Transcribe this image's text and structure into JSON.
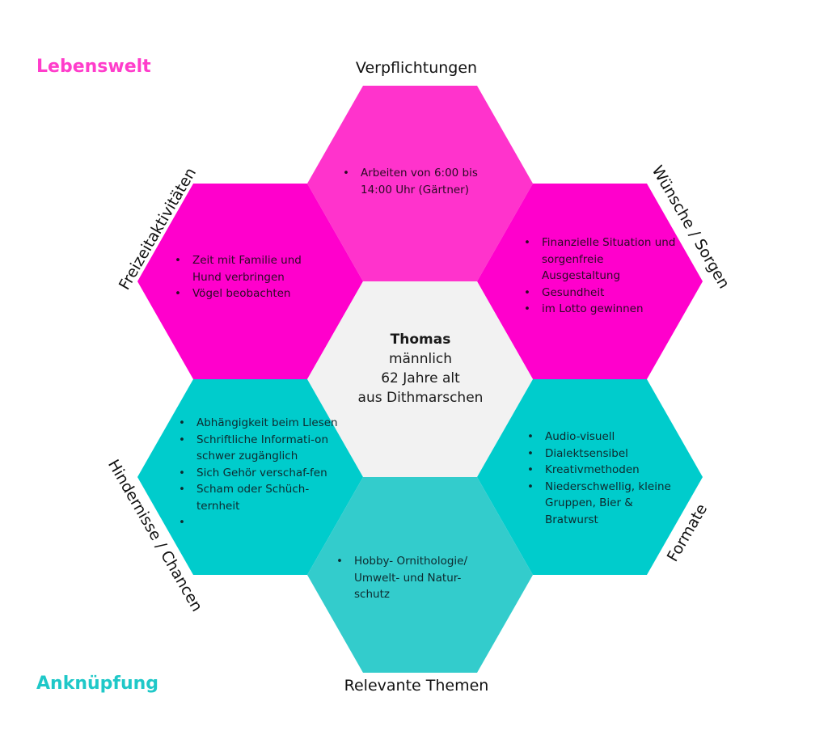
{
  "colors": {
    "magenta": "#FF00CC",
    "magenta_light": "#FF33CC",
    "teal": "#00CCCC",
    "teal_light": "#33CCCC",
    "center": "#F2F2F2",
    "heading_magenta": "#FF3DCB",
    "heading_teal": "#1FC8C8"
  },
  "headings": {
    "top_left": "Lebenswelt",
    "bottom_left": "Anknüpfung"
  },
  "center": {
    "name": "Thomas",
    "gender": "männlich",
    "age": "62 Jahre alt",
    "origin": "aus Dithmarschen"
  },
  "hexagons": {
    "top": {
      "label": "Verpflichtungen",
      "items": [
        "Arbeiten von 6:00 bis 14:00 Uhr (Gärtner)"
      ]
    },
    "upper_left": {
      "label": "Freizeitaktivitäten",
      "items": [
        "Zeit mit Familie und Hund verbringen",
        "Vögel beobachten"
      ]
    },
    "upper_right": {
      "label": "Wünsche / Sorgen",
      "items": [
        "Finanzielle Situation und sorgenfreie Ausgestaltung",
        "Gesundheit",
        "im Lotto gewinnen"
      ]
    },
    "lower_left": {
      "label": "Hindernisse / Chancen",
      "items": [
        "Abhängigkeit beim Llesen",
        "Schriftliche Informati-on schwer zugänglich",
        "Sich Gehör verschaf-fen",
        "Scham oder Schüch-ternheit",
        ""
      ]
    },
    "lower_right": {
      "label": "Formate",
      "items": [
        "Audio-visuell",
        "Dialektsensibel",
        "Kreativmethoden",
        "Niederschwellig, kleine Gruppen, Bier & Bratwurst"
      ]
    },
    "bottom": {
      "label": "Relevante Themen",
      "items": [
        "Hobby- Ornithologie/ Umwelt- und Natur-schutz"
      ]
    }
  }
}
